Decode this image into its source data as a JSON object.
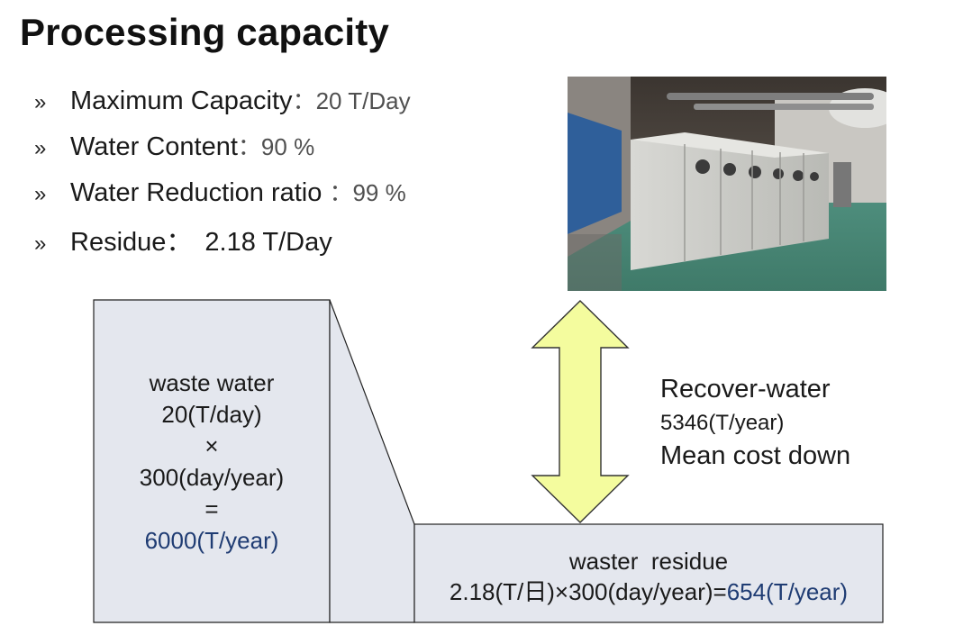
{
  "title": "Processing capacity",
  "bullets": [
    {
      "mark": "»",
      "label": "Maximum Capacity",
      "sep": "：",
      "value": "20 T/Day"
    },
    {
      "mark": "»",
      "label": "Water Content",
      "sep": "：",
      "value": "90 %"
    },
    {
      "mark": "»",
      "label": "Water Reduction ratio ",
      "sep": "：",
      "value": "99 %"
    },
    {
      "mark": "»",
      "label": "Residue",
      "sep": "：",
      "value": "2.18 T/Day"
    }
  ],
  "waste_water": {
    "line1": "waste water",
    "line2": "20(T/day)",
    "line3": "×",
    "line4": "300(day/year)",
    "line5": "=",
    "line6": "6000(T/year)"
  },
  "residue": {
    "line1": "waster  residue",
    "formula": "2.18(T/日)×300(day/year)=",
    "result": "654(T/year)"
  },
  "recover": {
    "line1": "Recover-water",
    "line2": "5346(T/year)",
    "line3": "Mean cost down"
  },
  "colors": {
    "box_fill": "#e4e7ee",
    "arrow_fill": "#f4fc9e",
    "blue_text": "#1f3c73"
  }
}
